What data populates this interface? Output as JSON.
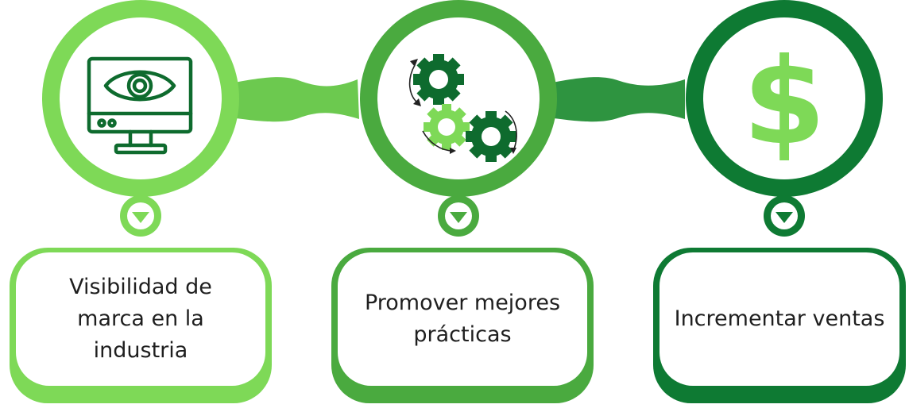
{
  "steps": [
    {
      "label": "Visibilidad de\nmarca en la\nindustria",
      "icon": "monitor-eye-icon",
      "color": "#7ed957",
      "text_color": "#1f1f1f"
    },
    {
      "label": "Promover mejores\nprácticas",
      "icon": "gears-icon",
      "color": "#4aaa3f",
      "text_color": "#1f1f1f"
    },
    {
      "label": "Incrementar ventas",
      "icon": "dollar-icon",
      "color": "#0e7a33",
      "text_color": "#1f1f1f"
    }
  ],
  "colors": {
    "light_green": "#7ed957",
    "mid_green": "#4aaa3f",
    "dark_green": "#0e7a33",
    "icon_dark": "#0e6b2e",
    "background": "#ffffff"
  }
}
